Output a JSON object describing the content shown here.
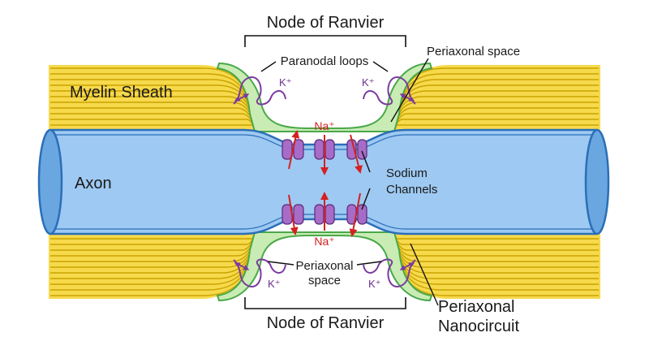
{
  "labels": {
    "node_top": "Node of Ranvier",
    "node_bottom": "Node of Ranvier",
    "paranodal_loops": "Paranodal loops",
    "periaxonal_space_top": "Periaxonal space",
    "periaxonal_space_bottom_line1": "Periaxonal",
    "periaxonal_space_bottom_line2": "space",
    "myelin_sheath": "Myelin Sheath",
    "axon": "Axon",
    "sodium_channels_line1": "Sodium",
    "sodium_channels_line2": "Channels",
    "nanocircuit_line1": "Periaxonal",
    "nanocircuit_line2": "Nanocircuit"
  },
  "ions": {
    "na_top": "Na⁺",
    "na_bottom": "Na⁺",
    "k_top_left": "K⁺",
    "k_top_right": "K⁺",
    "k_bottom_left": "K⁺",
    "k_bottom_right": "K⁺"
  },
  "colors": {
    "myelin_fill": "#f7d94c",
    "myelin_line": "#c9a400",
    "periaxonal_fill": "#c9ecb4",
    "paranode_edge": "#4aa84a",
    "axon_fill": "#9ec9f2",
    "axon_edge": "#2a6fb8",
    "channel_fill": "#a66cc7",
    "sodium_arrow": "#d42020",
    "potassium_loop": "#7b3aa0"
  }
}
